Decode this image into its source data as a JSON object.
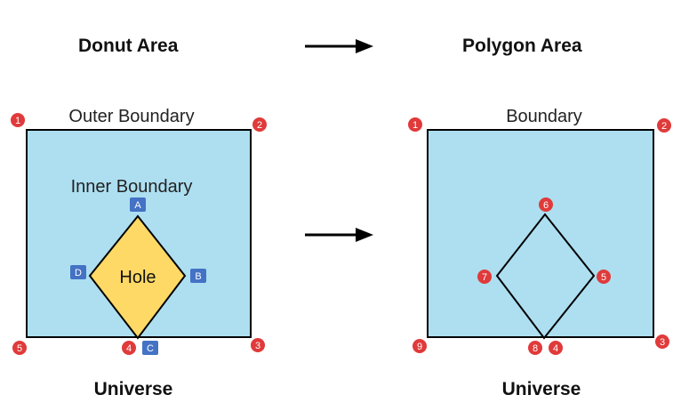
{
  "left": {
    "title": "Donut Area",
    "outer_boundary_label": "Outer Boundary",
    "inner_boundary_label": "Inner Boundary",
    "hole_label": "Hole",
    "footer": "Universe",
    "outer_markers": [
      "1",
      "2",
      "3",
      "4",
      "5"
    ],
    "inner_markers": [
      "A",
      "B",
      "C",
      "D"
    ]
  },
  "right": {
    "title": "Polygon Area",
    "boundary_label": "Boundary",
    "footer": "Universe",
    "markers": [
      "1",
      "2",
      "3",
      "4",
      "5",
      "6",
      "7",
      "8",
      "9"
    ]
  },
  "colors": {
    "fill_blue": "#ADDFF1",
    "hole_fill": "#FFD966",
    "marker_red": "#E03A3A",
    "marker_blue": "#4472C4",
    "stroke": "#000000"
  },
  "icons": [
    "right-arrow-icon",
    "right-arrow-icon"
  ]
}
